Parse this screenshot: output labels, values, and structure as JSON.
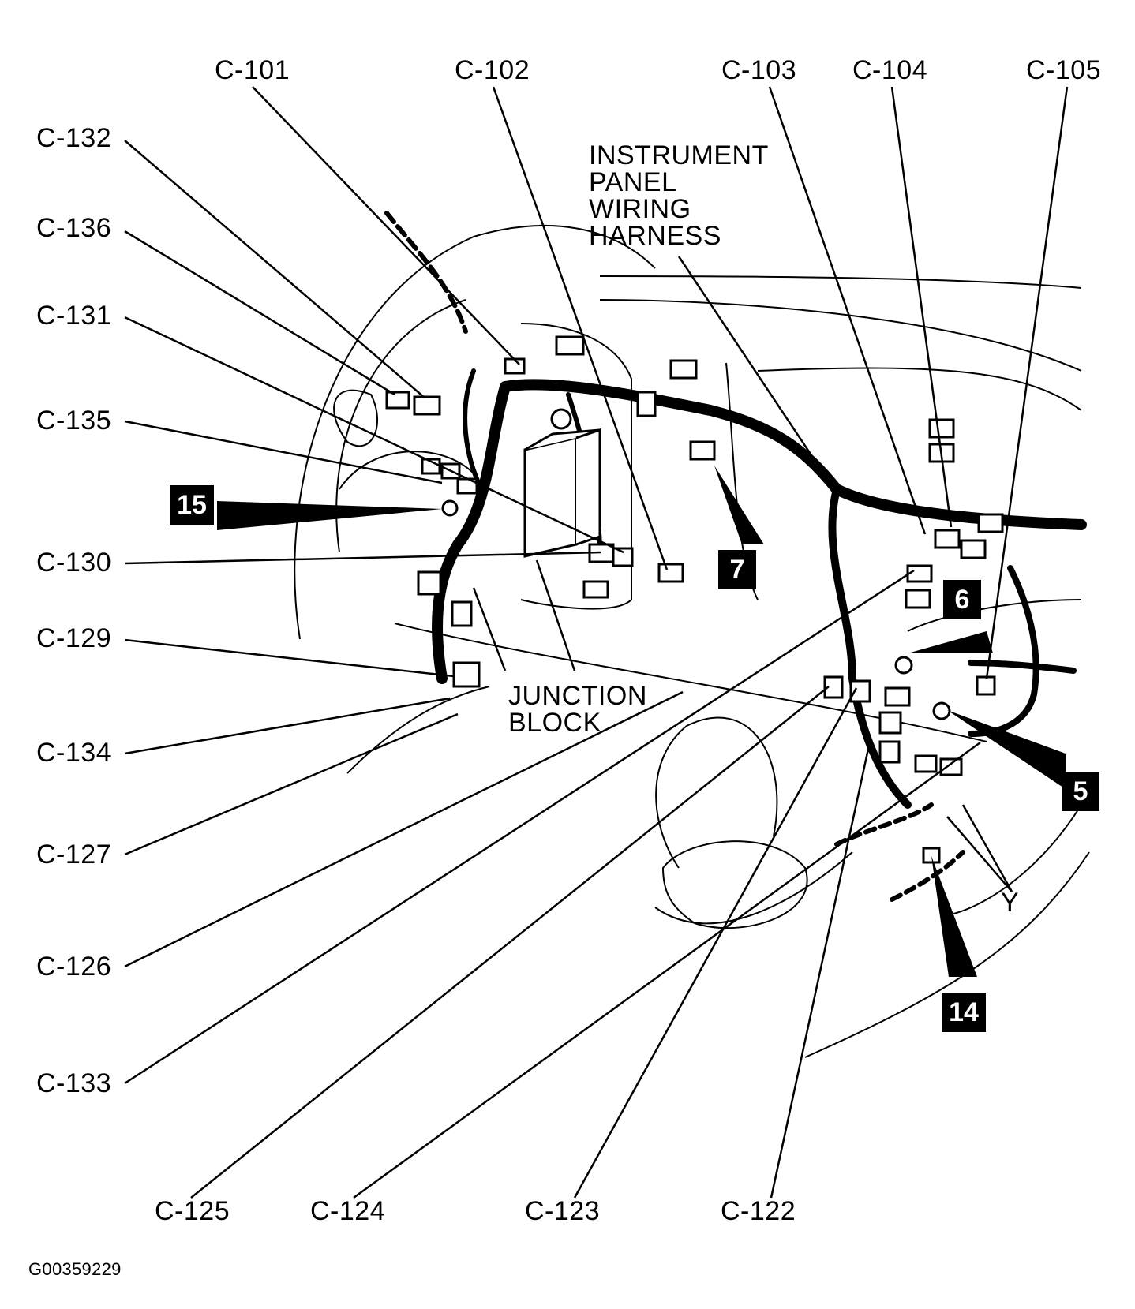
{
  "connectors": {
    "c101": "C-101",
    "c102": "C-102",
    "c103": "C-103",
    "c104": "C-104",
    "c105": "C-105",
    "c132": "C-132",
    "c136": "C-136",
    "c131": "C-131",
    "c135": "C-135",
    "c130": "C-130",
    "c129": "C-129",
    "c134": "C-134",
    "c127": "C-127",
    "c126": "C-126",
    "c133": "C-133",
    "c125": "C-125",
    "c124": "C-124",
    "c123": "C-123",
    "c122": "C-122"
  },
  "callouts": {
    "harness": "INSTRUMENT\nPANEL\nWIRING\nHARNESS",
    "junction_block": "JUNCTION\nBLOCK",
    "y": "Y"
  },
  "badges": {
    "b15": "15",
    "b7": "7",
    "b6": "6",
    "b5": "5",
    "b14": "14"
  },
  "figure_id": "G00359229"
}
